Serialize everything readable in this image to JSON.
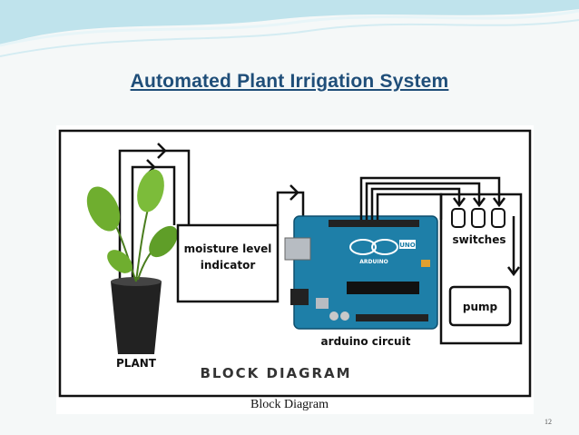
{
  "slide": {
    "title": "Automated Plant Irrigation System",
    "caption": "Block Diagram",
    "page_number": "12"
  },
  "diagram": {
    "heading": "BLOCK DIAGRAM",
    "plant_label": "PLANT",
    "moisture_label_line1": "moisture level",
    "moisture_label_line2": "indicator",
    "switches_label": "switches",
    "pump_label": "pump",
    "arduino_label": "arduino circuit",
    "board_logo_text": "UNO",
    "board_brand_text": "ARDUINO"
  },
  "colors": {
    "title": "#1f4e79",
    "wave": "#bfe3ec",
    "board": "#1e7fa8",
    "leaf": "#6fae2f",
    "pot": "#222222"
  },
  "icons": [
    "arrow-icon",
    "plant-icon",
    "arduino-board-icon",
    "switch-icon"
  ]
}
